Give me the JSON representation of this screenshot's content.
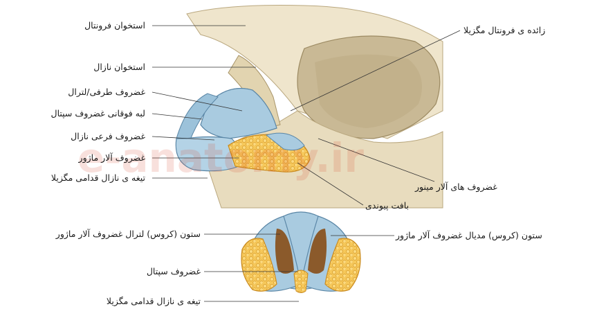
{
  "watermark": "e-anatomy.ir",
  "labels_left": [
    "استخوان فرونتال",
    "استخوان نازال",
    "غضروف طرفی/لترال",
    "لبه فوقانی غضروف سپتال",
    "غضروف فرعی نازال",
    "غضروف آلار ماژور",
    "تیغه ی نازال قدامی مگزیلا",
    "ستون (کروس) لترال غضروف آلار ماژور",
    "غضروف سپتال",
    "تیغه ی نازال قدامی مگزیلا"
  ],
  "labels_right": [
    "زائده ی فرونتال مگزیلا",
    "غضروف های آلار مینور",
    "بافت پیوندی",
    "ستون (کروس) مدیال غضروف آلار ماژور"
  ],
  "colors": {
    "bone": "#ece2c8",
    "bone_shade": "#cdbf99",
    "cartilage_blue": "#a9cbe0",
    "cartilage_edge": "#5a86a6",
    "alar_yellow": "#f4c04e",
    "alar_edge": "#c98a1e"
  }
}
